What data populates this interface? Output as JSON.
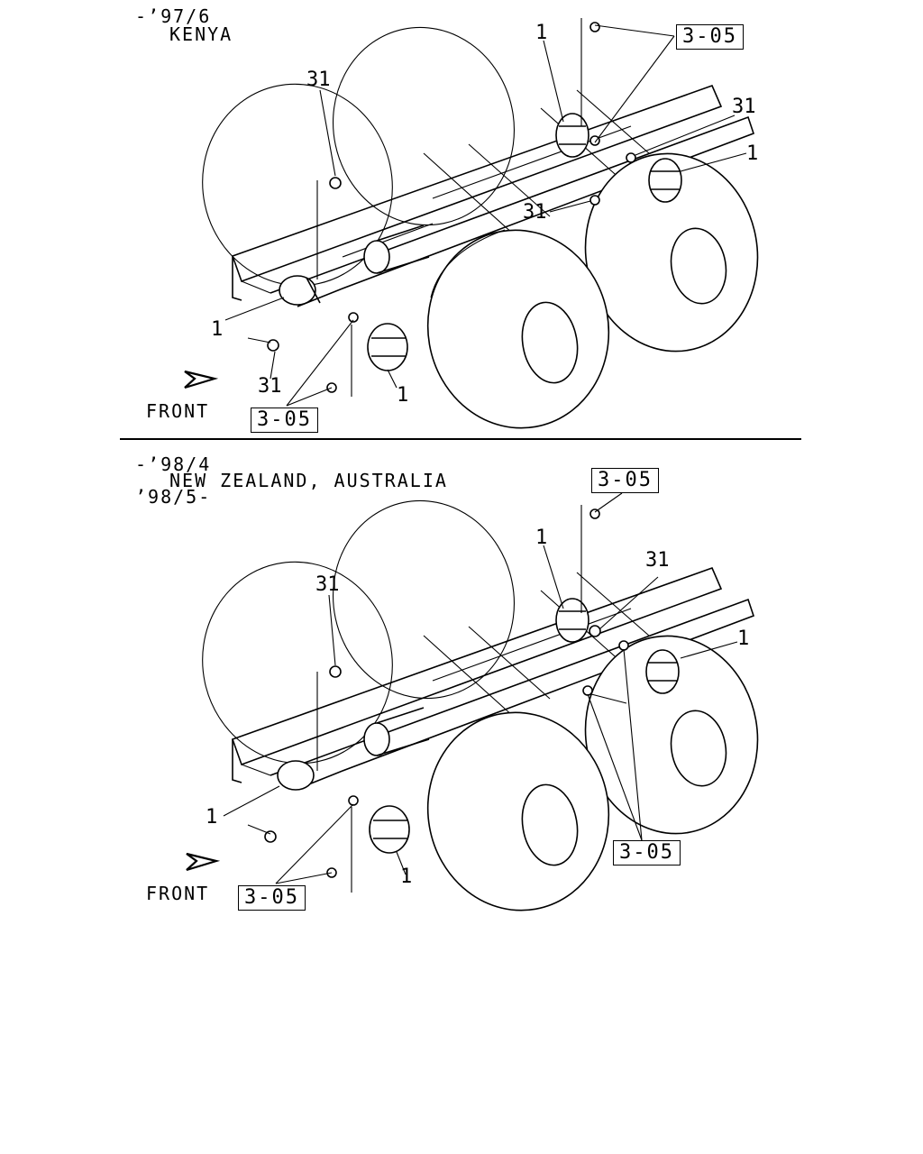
{
  "panels": [
    {
      "header_line1": "-’97/6",
      "header_line2": "KENYA",
      "header_line3": "",
      "front_label": "FRONT",
      "refs": [
        "3-05",
        "3-05"
      ],
      "callouts": [
        "1",
        "31",
        "31",
        "1",
        "31",
        "1",
        "31",
        "1"
      ]
    },
    {
      "header_line1": "-’98/4",
      "header_line2": "NEW ZEALAND, AUSTRALIA",
      "header_line3": "’98/5-",
      "front_label": "FRONT",
      "refs": [
        "3-05",
        "3-05",
        "3-05"
      ],
      "callouts": [
        "1",
        "31",
        "31",
        "1",
        "1",
        "1"
      ]
    }
  ]
}
